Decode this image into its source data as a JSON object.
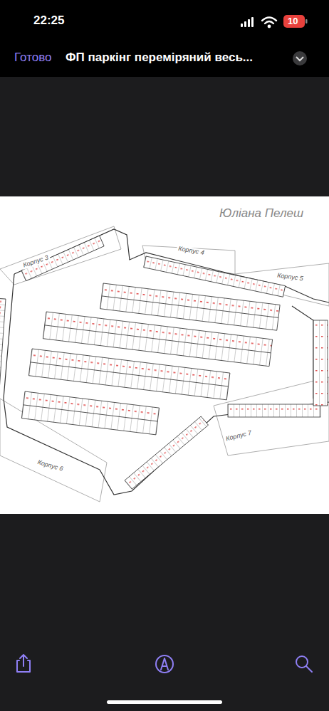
{
  "diagram": {
    "title": "ФП паркінг переміряний весь...",
    "labels": [
      "22:25",
      "10",
      "Готово",
      "Юліана Пелеш",
      "Корпус 3",
      "Корпус 4",
      "Корпус 5",
      "Корпус 6",
      "Корпус 7"
    ]
  }
}
